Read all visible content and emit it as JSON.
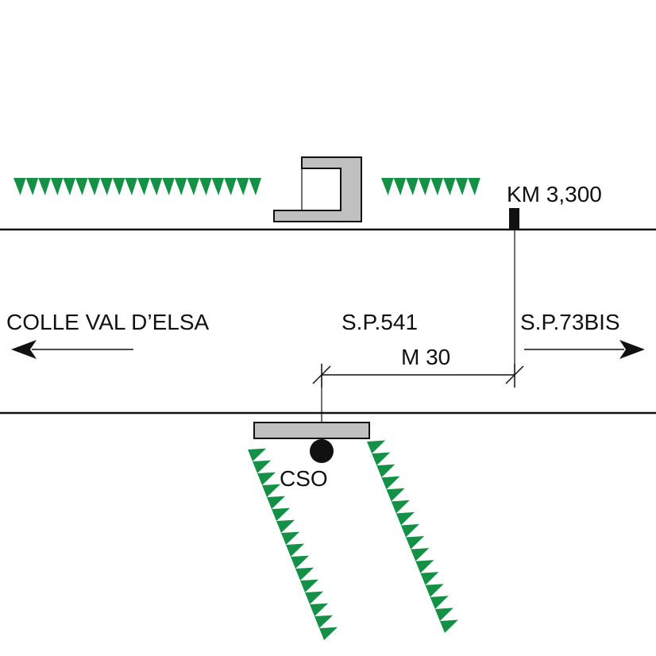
{
  "labels": {
    "km_marker": "KM 3,300",
    "destination_left": "COLLE VAL D’ELSA",
    "road_main": "S.P.541",
    "destination_right": "S.P.73BIS",
    "distance": "M 30",
    "junction": "CSO"
  },
  "colors": {
    "vegetation": "#149146",
    "structure_fill": "#c0c0c0",
    "line": "#111111"
  },
  "icons": {
    "arrow_left": "arrow-left-icon",
    "arrow_right": "arrow-right-icon",
    "vegetation": "hedge-icon",
    "junction_point": "filled-circle-icon",
    "km_post": "km-post-icon"
  }
}
